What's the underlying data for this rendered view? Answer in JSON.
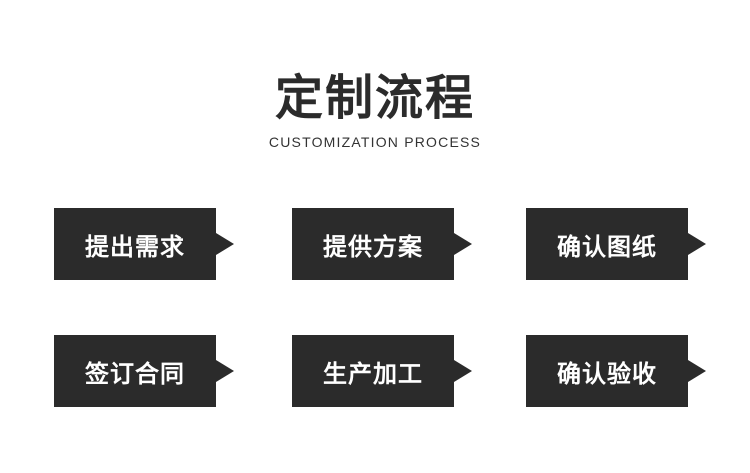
{
  "header": {
    "title": "定制流程",
    "subtitle": "CUSTOMIZATION PROCESS"
  },
  "steps": [
    {
      "label": "提出需求"
    },
    {
      "label": "提供方案"
    },
    {
      "label": "确认图纸"
    },
    {
      "label": "签订合同"
    },
    {
      "label": "生产加工"
    },
    {
      "label": "确认验收"
    }
  ],
  "colors": {
    "box": "#2b2b2b",
    "box_text": "#ffffff",
    "title": "#2b2b2b",
    "background": "#ffffff"
  }
}
